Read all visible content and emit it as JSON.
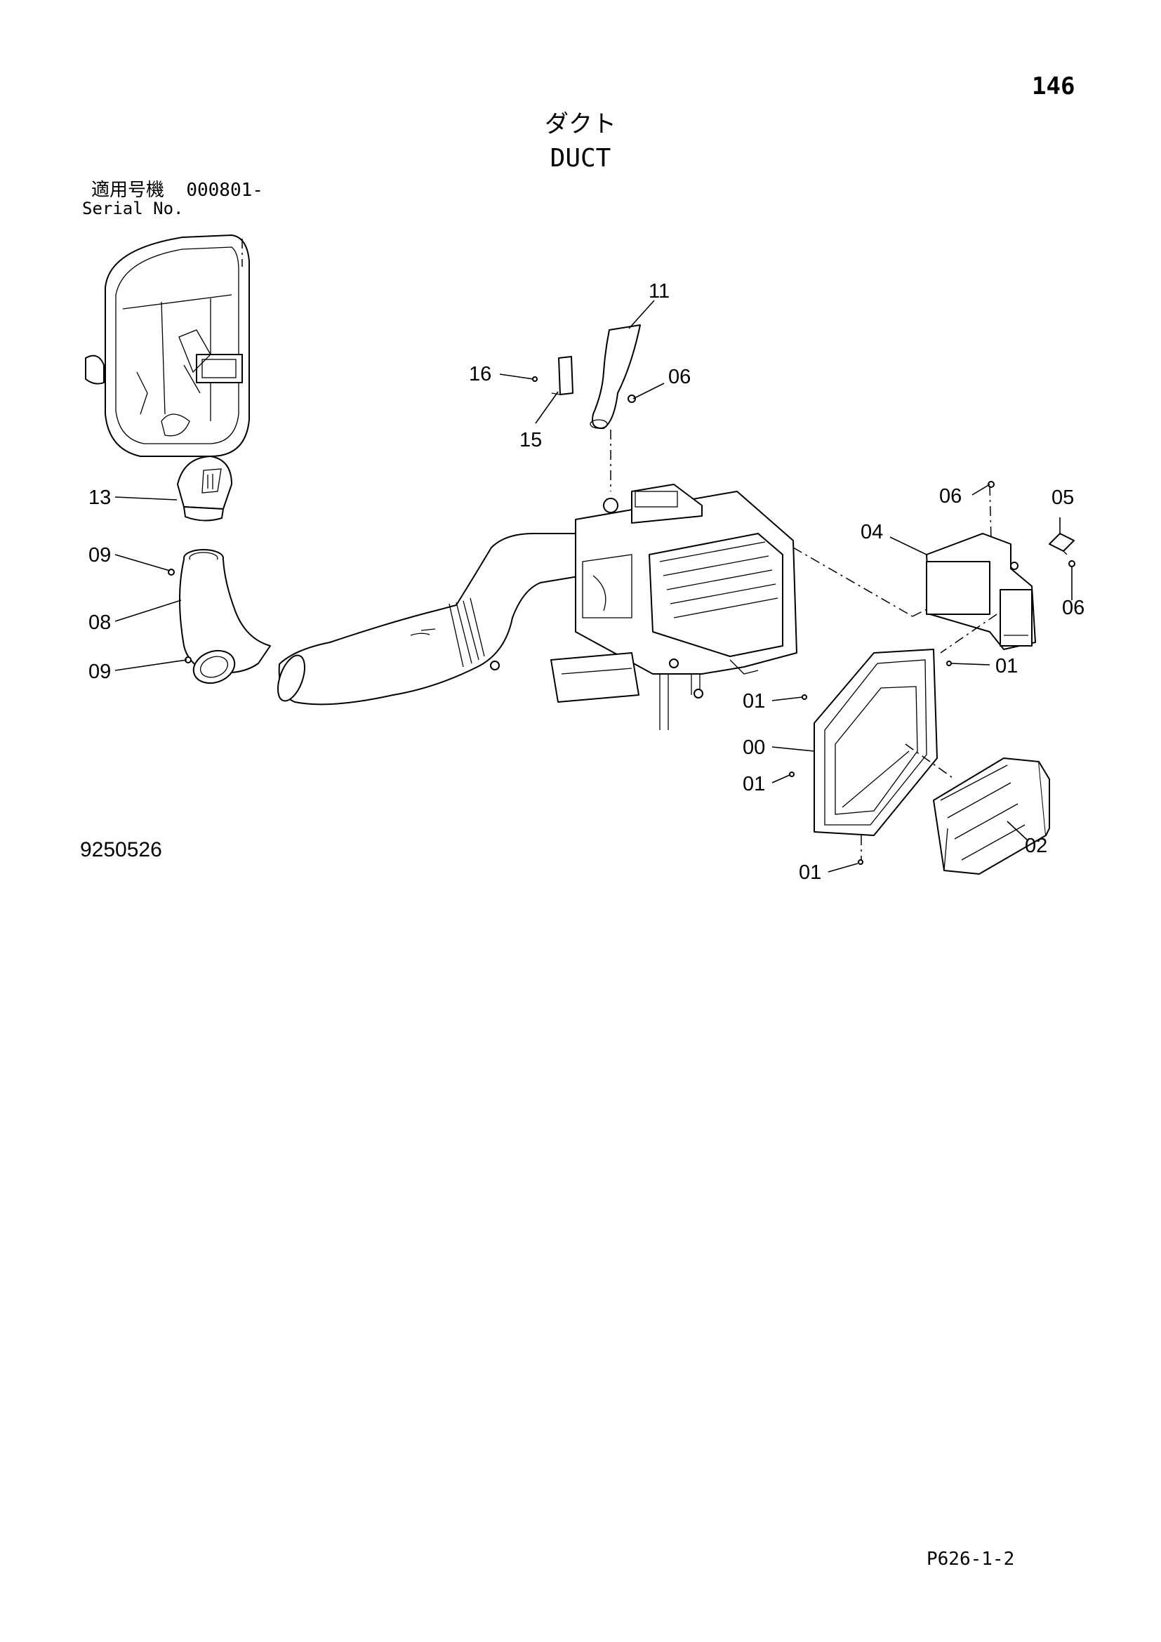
{
  "header": {
    "page_number": "146",
    "title_jp": "ダクト",
    "title_en": "DUCT",
    "serial_label_jp": "適用号機",
    "serial_value": "000801-",
    "serial_label_en": "Serial No."
  },
  "diagram": {
    "callouts": {
      "c11": "11",
      "c16": "16",
      "c06a": "06",
      "c15": "15",
      "c13": "13",
      "c09a": "09",
      "c08": "08",
      "c09b": "09",
      "c06b": "06",
      "c05": "05",
      "c04": "04",
      "c06c": "06",
      "c01a": "01",
      "c01b": "01",
      "c00": "00",
      "c01c": "01",
      "c01d": "01",
      "c02": "02"
    }
  },
  "footer": {
    "figure_number": "9250526",
    "page_code": "P626-1-2"
  }
}
